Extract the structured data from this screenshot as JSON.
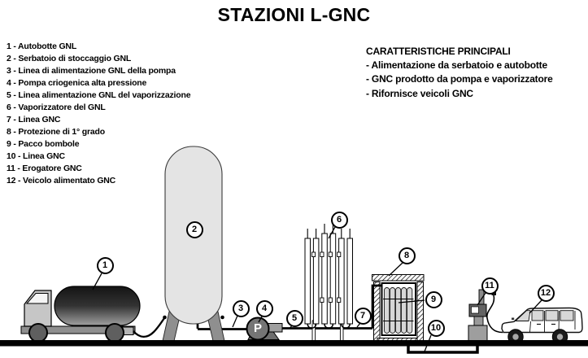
{
  "title": "STAZIONI L-GNC",
  "legend": {
    "items": [
      "1 - Autobotte GNL",
      "2 - Serbatoio di stoccaggio GNL",
      "3 - Linea di alimentazione GNL della pompa",
      "4 - Pompa criogenica alta pressione",
      "5 - Linea alimentazione GNL del vaporizzazione",
      "6 - Vaporizzatore del GNL",
      "7 - Linea GNC",
      "8 - Protezione di 1° grado",
      "9 - Pacco bombole",
      "10 - Linea GNC",
      "11 - Erogatore GNC",
      "12 - Veicolo alimentato GNC"
    ]
  },
  "characteristics": {
    "heading": "CARATTERISTICHE PRINCIPALI",
    "bullets": [
      "- Alimentazione da serbatoio e autobotte",
      "- GNC prodotto da pompa e vaporizzatore",
      "- Rifornisce veicoli GNC"
    ]
  },
  "diagram": {
    "pump_label": "P",
    "callouts": [
      "1",
      "2",
      "3",
      "4",
      "5",
      "6",
      "7",
      "8",
      "9",
      "10",
      "11",
      "12"
    ]
  },
  "colors": {
    "background": "#ffffff",
    "ink": "#000000",
    "tank_fill": "#e4e4e4",
    "tanker_top": "#141414",
    "tanker_bottom": "#a0a0a0",
    "metal_gray": "#8f8f8f",
    "pump_gray": "#757575",
    "bombole_fill": "#d6d6d6"
  }
}
